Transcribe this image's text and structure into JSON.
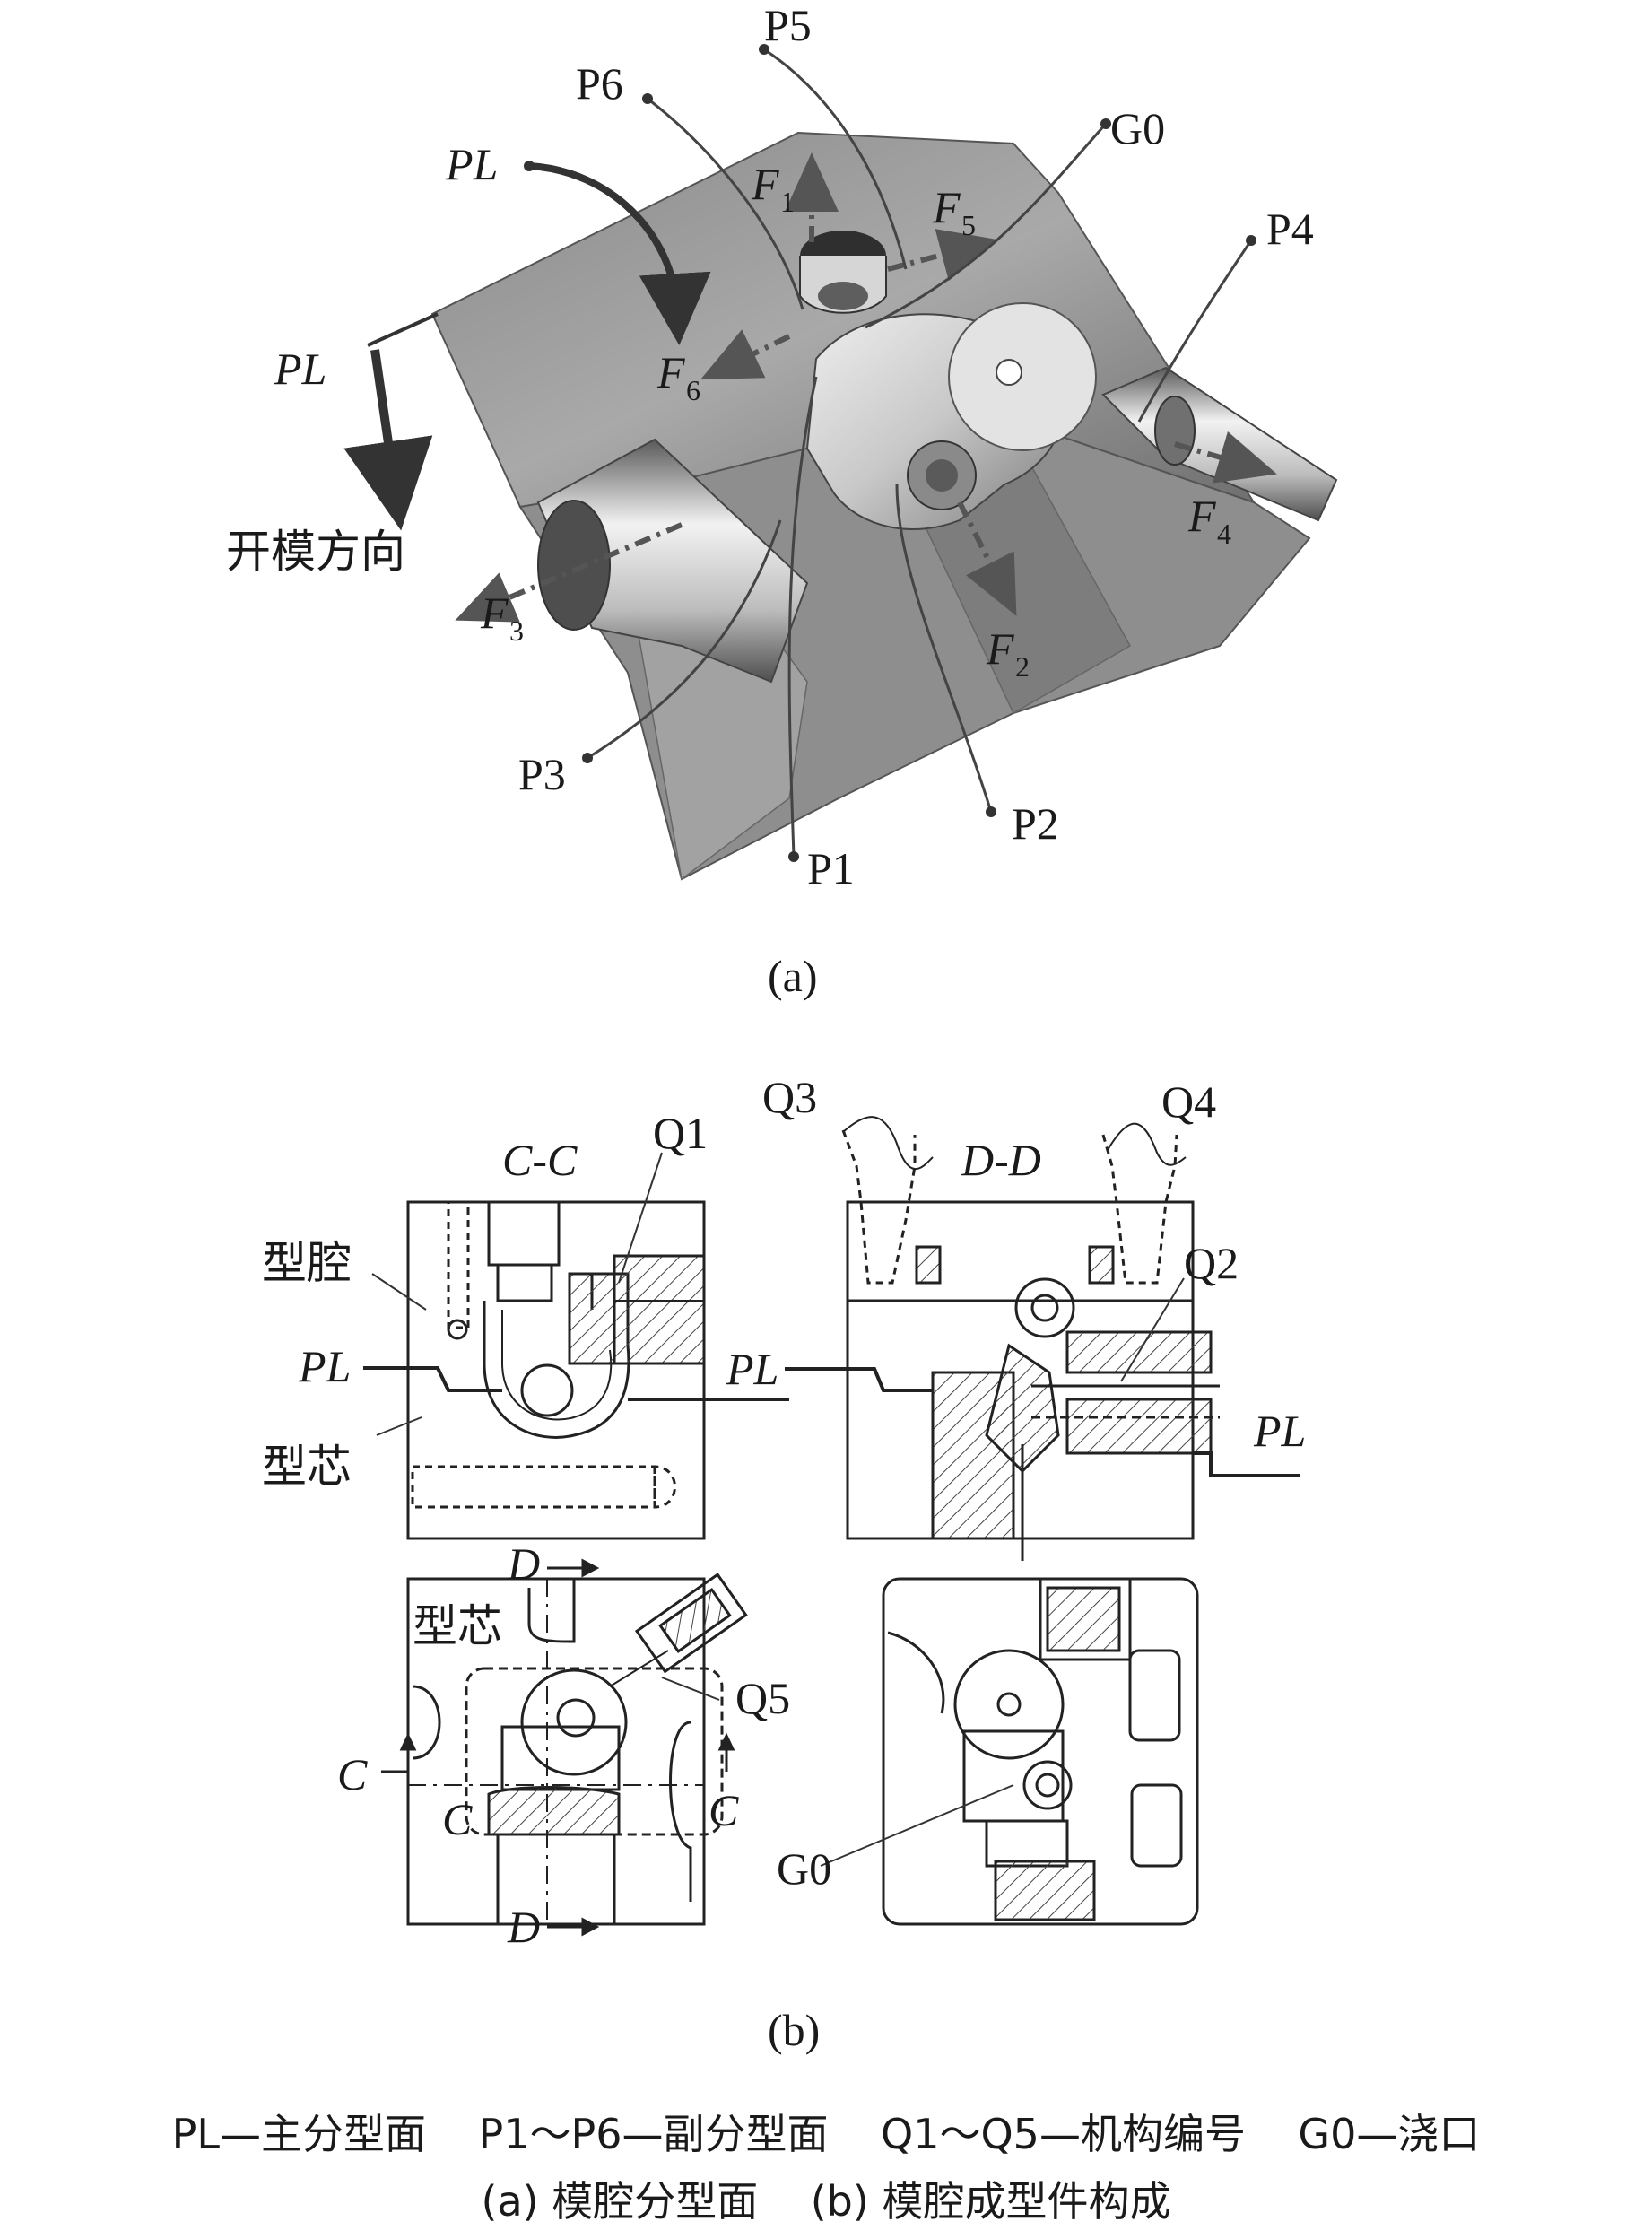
{
  "part_a": {
    "parting_labels": {
      "pl_top": "PL",
      "pl_left": "PL"
    },
    "open_direction": "开模方向",
    "surfaces": {
      "p1": "P1",
      "p2": "P2",
      "p3": "P3",
      "p4": "P4",
      "p5": "P5",
      "p6": "P6"
    },
    "gate": "G0",
    "forces": {
      "f1": "F",
      "f1_sub": "1",
      "f2": "F",
      "f2_sub": "2",
      "f3": "F",
      "f3_sub": "3",
      "f4": "F",
      "f4_sub": "4",
      "f5": "F",
      "f5_sub": "5",
      "f6": "F",
      "f6_sub": "6"
    },
    "sub_caption": "(a)"
  },
  "part_b": {
    "section_cc": "C-C",
    "section_dd": "D-D",
    "mechanisms": {
      "q1": "Q1",
      "q2": "Q2",
      "q3": "Q3",
      "q4": "Q4",
      "q5": "Q5"
    },
    "cavity": "型腔",
    "core": "型芯",
    "core_plan": "型芯",
    "pl_left": "PL",
    "pl_mid": "PL",
    "pl_right": "PL",
    "cut_marks": {
      "d_top": "D",
      "d_bottom": "D",
      "c_left": "C",
      "c_left2": "C",
      "c_right": "C"
    },
    "gate": "G0",
    "sub_caption": "(b)"
  },
  "legend": {
    "line1": "PL—主分型面    P1～P6—副分型面    Q1～Q5—机构编号    G0—浇口",
    "line2": "(a) 模腔分型面    (b) 模腔成型件构成"
  }
}
